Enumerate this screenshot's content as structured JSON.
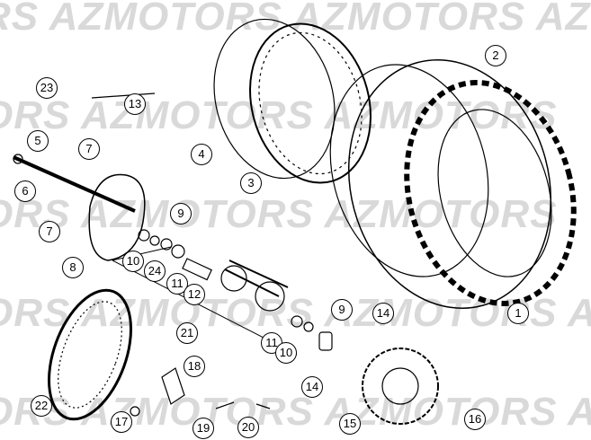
{
  "watermark": "AZMOTORS",
  "watermark_rows": [
    "RS AZMOTORS AZMOTORS AZ",
    "ORS AZMOTORS AZMOTORS",
    "ORS AZMOTORS AZMOTORS",
    "ORS AZMOTORS AZMOTORS AZ",
    "ORS AZMOTORS AZMOTORS AZ"
  ],
  "callouts": [
    "23",
    "13",
    "5",
    "7",
    "6",
    "7",
    "4",
    "3",
    "2",
    "9",
    "8",
    "10",
    "24",
    "11",
    "12",
    "21",
    "11",
    "10",
    "9",
    "14",
    "14",
    "1",
    "18",
    "22",
    "17",
    "19",
    "20",
    "15",
    "16"
  ],
  "colors": {
    "line": "#000000",
    "watermark": "#d9d9d9"
  }
}
